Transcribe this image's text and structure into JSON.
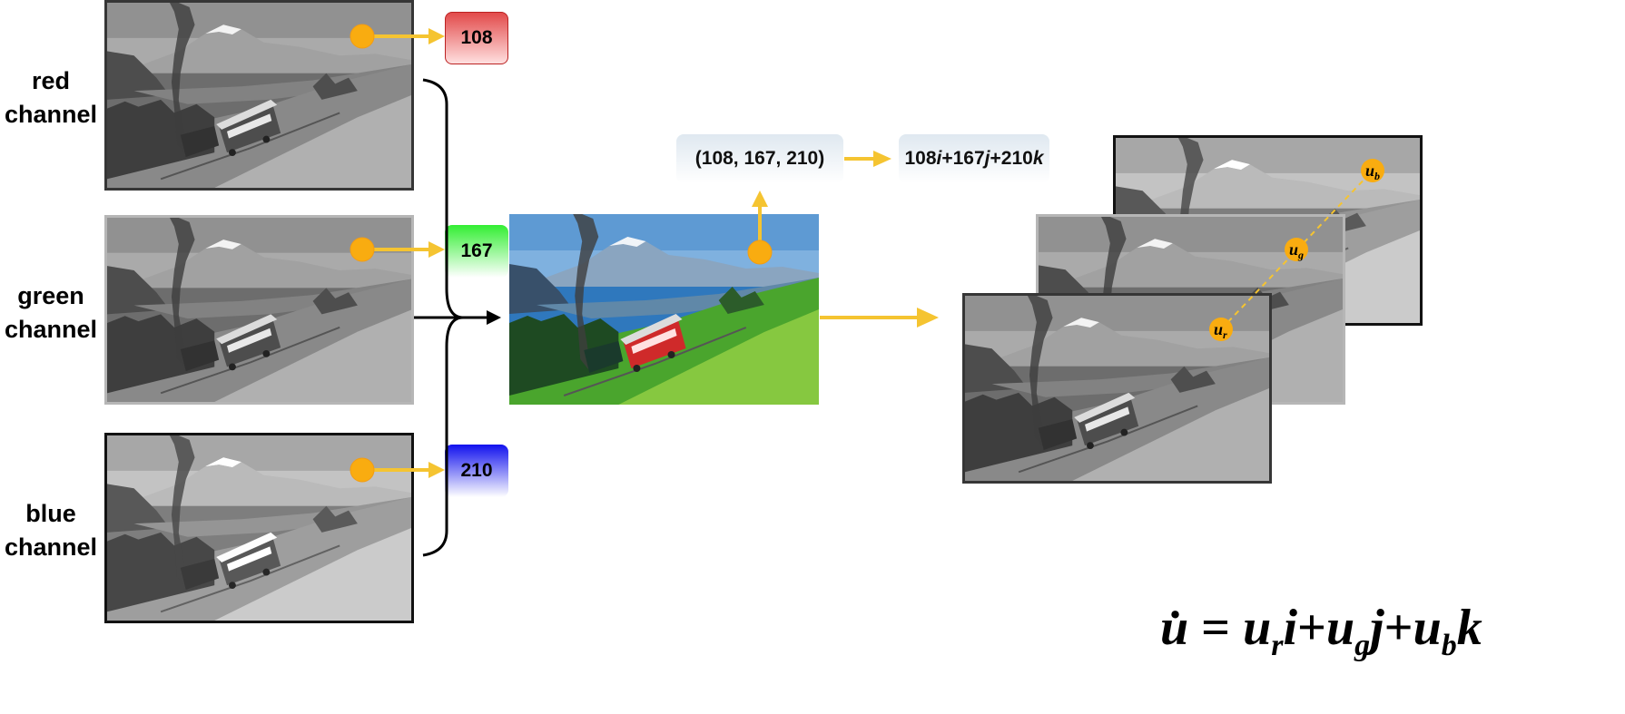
{
  "channels": [
    {
      "label_line1": "red",
      "label_line2": "channel",
      "value": "108",
      "color": "#ff0000"
    },
    {
      "label_line1": "green",
      "label_line2": "channel",
      "value": "167",
      "color": "#00ff00"
    },
    {
      "label_line1": "blue",
      "label_line2": "channel",
      "value": "210",
      "color": "#0000ff"
    }
  ],
  "tuple": "(108, 167, 210)",
  "quaternion": {
    "p1": "108",
    "v1": "i",
    "p2": "+167",
    "v2": "j",
    "p3": "+210",
    "v3": "k"
  },
  "formula": {
    "lhs": "u̇",
    "eq": " = ",
    "u1": "u",
    "s1": "r",
    "i1": "i",
    "plus1": "+",
    "u2": "u",
    "s2": "g",
    "i2": "j",
    "plus2": "+",
    "u3": "u",
    "s3": "b",
    "i3": "k"
  },
  "stack_labels": [
    {
      "u": "u",
      "s": "b"
    },
    {
      "u": "u",
      "s": "g"
    },
    {
      "u": "u",
      "s": "r"
    }
  ],
  "colors": {
    "arrow": "#f5c431",
    "dot": "#f9ac10",
    "red": "#ff0000",
    "green": "#00ff00",
    "blue": "#0000ff"
  }
}
